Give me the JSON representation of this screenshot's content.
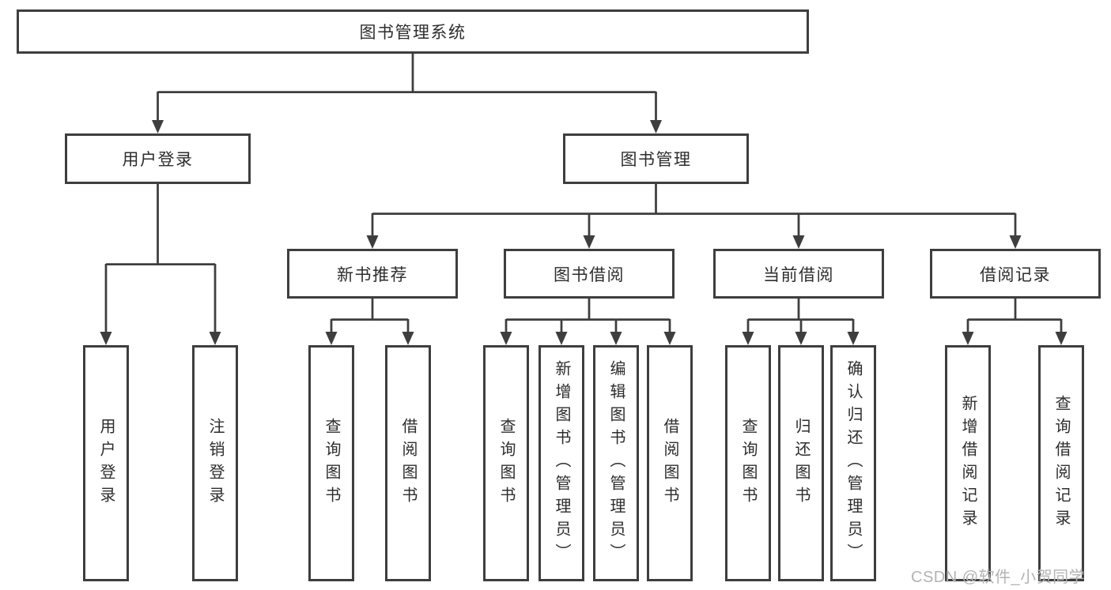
{
  "diagram": {
    "type": "hierarchy-tree",
    "watermark": "CSDN @软件_小贺同学",
    "colors": {
      "background": "#ffffff",
      "line": "#3e3e3e",
      "box_border": "#3e3e3e",
      "text": "#2d2d2d",
      "watermark": "#b3b3b3"
    },
    "tree": {
      "root": {
        "label": "图书管理系统"
      },
      "branches": [
        {
          "label": "用户登录",
          "children": [
            {
              "label": "用户登录"
            },
            {
              "label": "注销登录"
            }
          ]
        },
        {
          "label": "图书管理",
          "children": [
            {
              "label": "新书推荐",
              "children": [
                {
                  "label": "查询图书"
                },
                {
                  "label": "借阅图书"
                }
              ]
            },
            {
              "label": "图书借阅",
              "children": [
                {
                  "label": "查询图书"
                },
                {
                  "label": "新增图书（管理员）"
                },
                {
                  "label": "编辑图书（管理员）"
                },
                {
                  "label": "借阅图书"
                }
              ]
            },
            {
              "label": "当前借阅",
              "children": [
                {
                  "label": "查询图书"
                },
                {
                  "label": "归还图书"
                },
                {
                  "label": "确认归还（管理员）"
                }
              ]
            },
            {
              "label": "借阅记录",
              "children": [
                {
                  "label": "新增借阅记录"
                },
                {
                  "label": "查询借阅记录"
                }
              ]
            }
          ]
        }
      ]
    }
  }
}
